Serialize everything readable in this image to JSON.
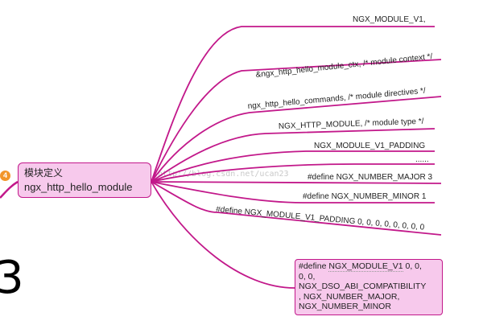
{
  "root_node": {
    "title": "模块定义",
    "subtitle": "ngx_http_hello_module",
    "badge": "4"
  },
  "branches": [
    {
      "label": "NGX_MODULE_V1,"
    },
    {
      "label": "&ngx_http_hello_module_ctx, /* module context */"
    },
    {
      "label": "ngx_http_hello_commands, /* module directives */"
    },
    {
      "label": "NGX_HTTP_MODULE, /* module type */"
    },
    {
      "label": "NGX_MODULE_V1_PADDING"
    },
    {
      "label": "......"
    },
    {
      "label": "#define NGX_NUMBER_MAJOR 3"
    },
    {
      "label": "#define NGX_NUMBER_MINOR 1"
    },
    {
      "label": "#define NGX_MODULE_V1_PADDING 0, 0, 0, 0, 0, 0, 0, 0"
    }
  ],
  "note_node": {
    "line1_prefix": "#define ",
    "line1_term": "NGX_MODULE_V1",
    "line1_suffix": " 0, 0,",
    "line2": "0, 0,",
    "line3": "NGX_DSO_ABI_COMPATIBILITY",
    "line4": ", NGX_NUMBER_MAJOR,",
    "line5": "NGX_NUMBER_MINOR"
  },
  "watermark": "http://blog.csdn.net/ucan23",
  "partial_glyph": "3",
  "colors": {
    "connector": "#c2188a",
    "node_fill": "#f7c9ec",
    "badge": "#f2962a"
  }
}
